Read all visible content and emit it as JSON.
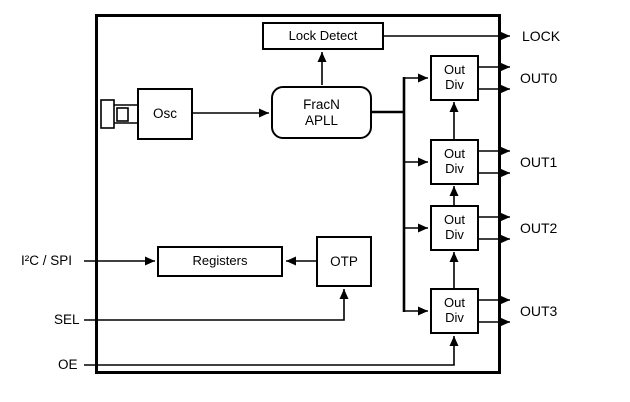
{
  "diagram": {
    "background": "#ffffff",
    "line_color": "#000000",
    "text_color": "#000000"
  },
  "blocks": {
    "osc": "Osc",
    "lock_detect": "Lock Detect",
    "apll": {
      "line1": "FracN",
      "line2": "APLL"
    },
    "registers": "Registers",
    "otp": "OTP"
  },
  "out_divs": [
    {
      "line1": "Out",
      "line2": "Div",
      "port": "OUT0"
    },
    {
      "line1": "Out",
      "line2": "Div",
      "port": "OUT1"
    },
    {
      "line1": "Out",
      "line2": "Div",
      "port": "OUT2"
    },
    {
      "line1": "Out",
      "line2": "Div",
      "port": "OUT3"
    }
  ],
  "ports": {
    "lock": "LOCK",
    "i2c_spi": "I²C / SPI",
    "sel": "SEL",
    "oe": "OE"
  },
  "icons": {
    "crystal": "crystal-oscillator-symbol"
  }
}
